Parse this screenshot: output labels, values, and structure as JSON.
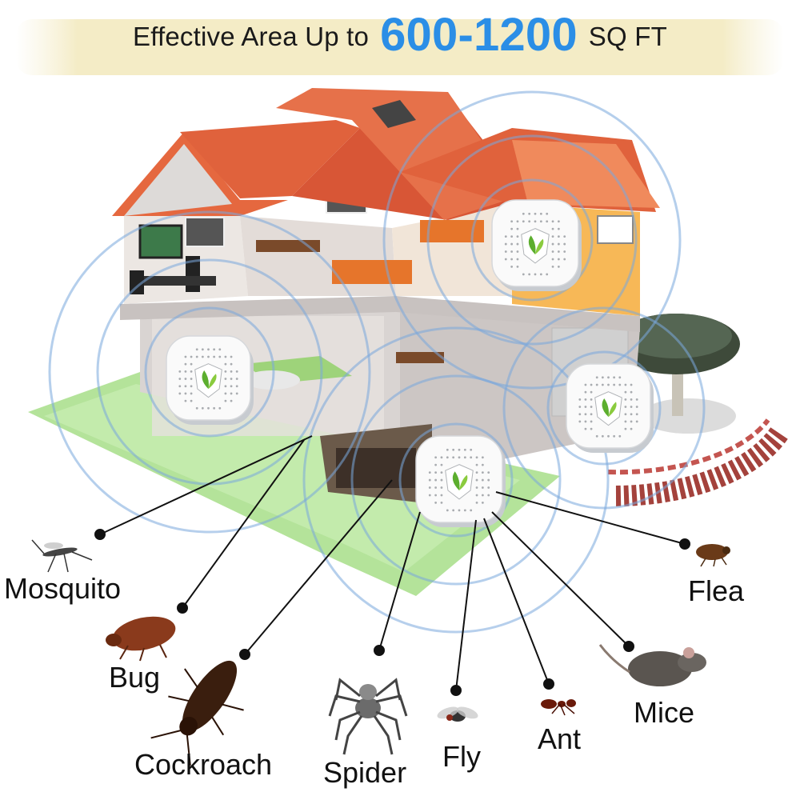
{
  "banner": {
    "prefix": "Effective Area Up to",
    "range": "600-1200",
    "unit": "SQ FT"
  },
  "pests": [
    {
      "label": "Mosquito",
      "icon": "mosquito-icon"
    },
    {
      "label": "Bug",
      "icon": "bedbug-icon"
    },
    {
      "label": "Cockroach",
      "icon": "cockroach-icon"
    },
    {
      "label": "Spider",
      "icon": "spider-icon"
    },
    {
      "label": "Fly",
      "icon": "fly-icon"
    },
    {
      "label": "Ant",
      "icon": "ant-icon"
    },
    {
      "label": "Mice",
      "icon": "mouse-icon"
    },
    {
      "label": "Flea",
      "icon": "flea-icon"
    }
  ],
  "colors": {
    "accent": "#2b8ee6",
    "roof": "#e0623c",
    "lawn": "#a8e08a",
    "wave": "#7aa8dd"
  }
}
